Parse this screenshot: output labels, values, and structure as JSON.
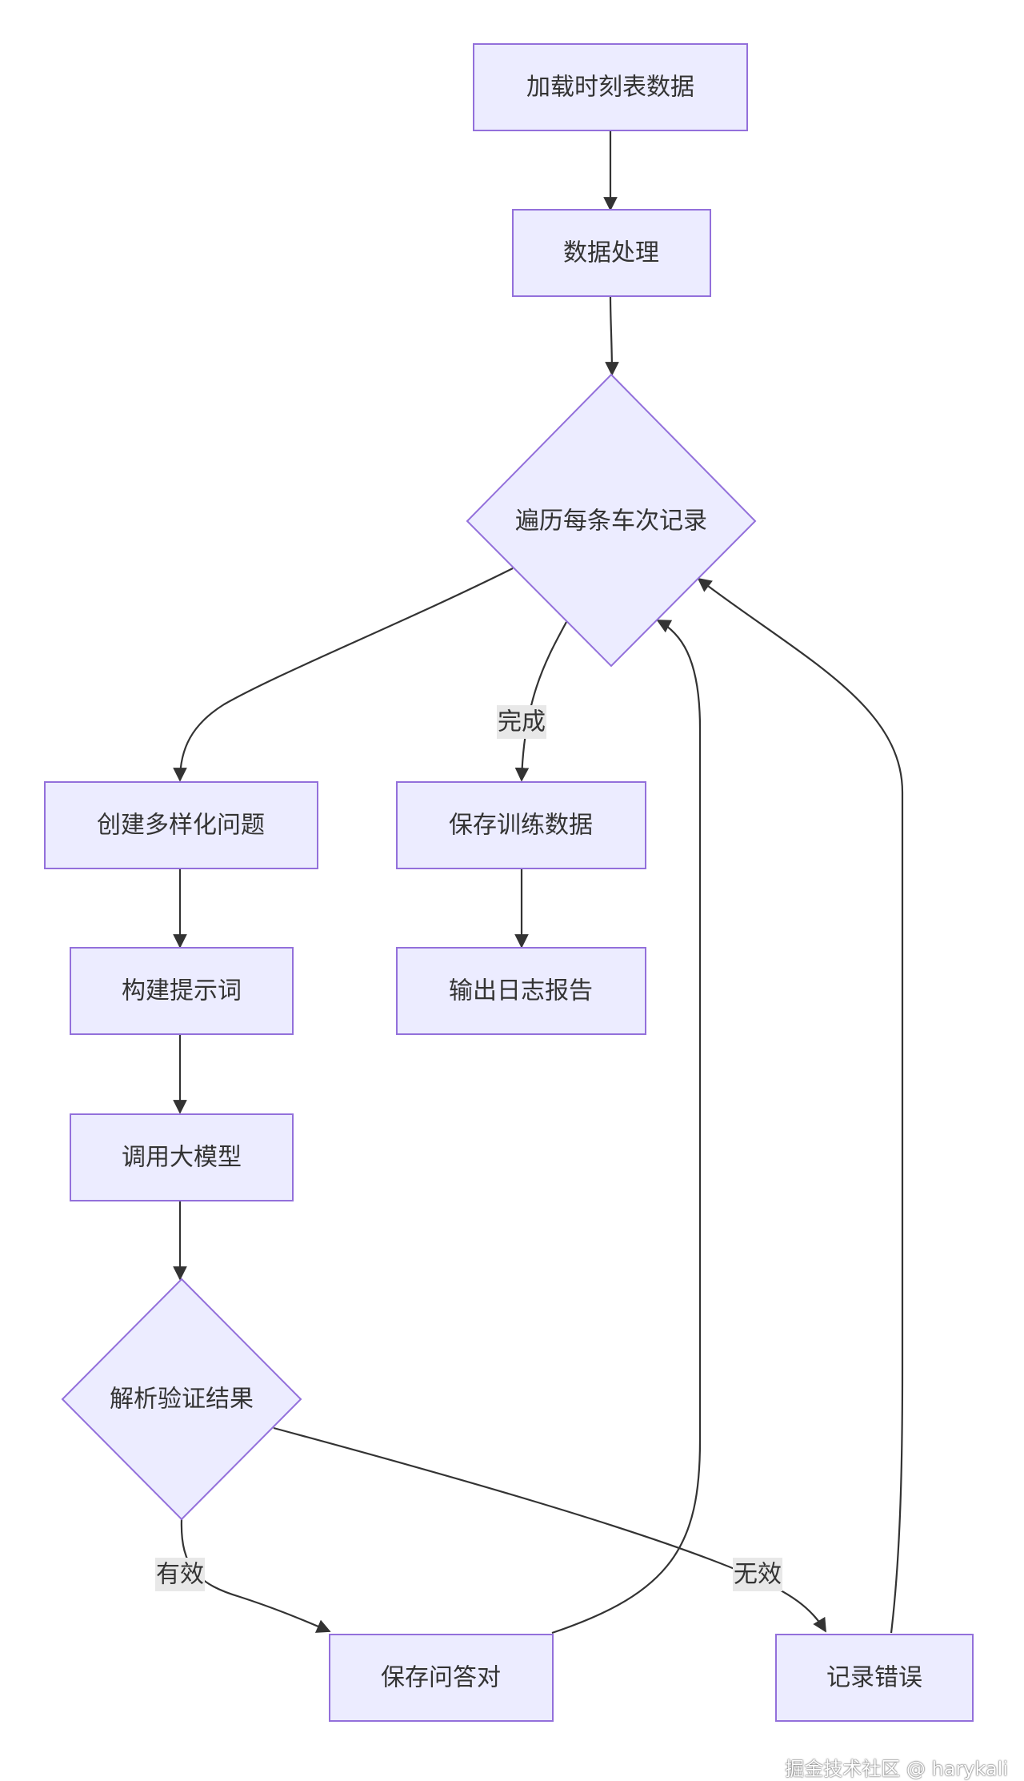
{
  "diagram": {
    "nodes": {
      "load": "加载时刻表数据",
      "process": "数据处理",
      "loop": "遍历每条车次记录",
      "create": "创建多样化问题",
      "save_train": "保存训练数据",
      "prompt": "构建提示词",
      "log": "输出日志报告",
      "call": "调用大模型",
      "parse": "解析验证结果",
      "save_qa": "保存问答对",
      "record_err": "记录错误"
    },
    "edge_labels": {
      "done": "完成",
      "valid": "有效",
      "invalid": "无效"
    },
    "colors": {
      "node_fill": "#ECECFF",
      "node_stroke": "#9370DB",
      "edge": "#333333",
      "label_bg": "#e8e8e8"
    }
  },
  "watermark": "掘金技术社区 @ harykali"
}
